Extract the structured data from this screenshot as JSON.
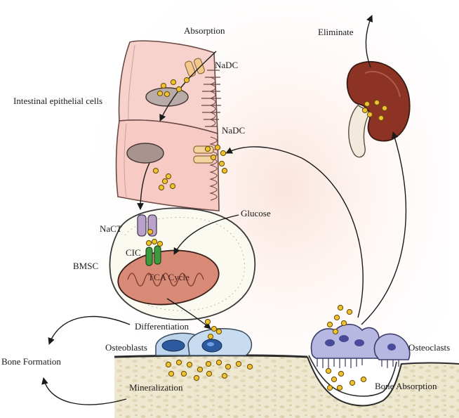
{
  "labels": {
    "absorption": "Absorption",
    "eliminate": "Eliminate",
    "nadc_top": "NaDC",
    "intestinal_cells": "Intestinal epithelial cells",
    "nadc_mid": "NaDC",
    "glucose": "Glucose",
    "nact": "NaCT",
    "cic": "CIC",
    "bmsc": "BMSC",
    "tca_cycle": "TCA Cycle",
    "differentiation": "Differentiation",
    "osteoblasts": "Osteoblasts",
    "osteoclasts": "Osteoclasts",
    "bone_formation": "Bone Formation",
    "mineralization": "Mineralization",
    "bone_absorption": "Bone Absorption"
  },
  "colors": {
    "citrate_dot": "#f2c12e",
    "epithelium": "#f7d2cc",
    "kidney": "#8c3324",
    "mitochondria": "#d98a76",
    "osteoblast": "#bcd4ec",
    "osteoclast": "#b7b8e2",
    "bone_matrix": "#efe8d0"
  }
}
